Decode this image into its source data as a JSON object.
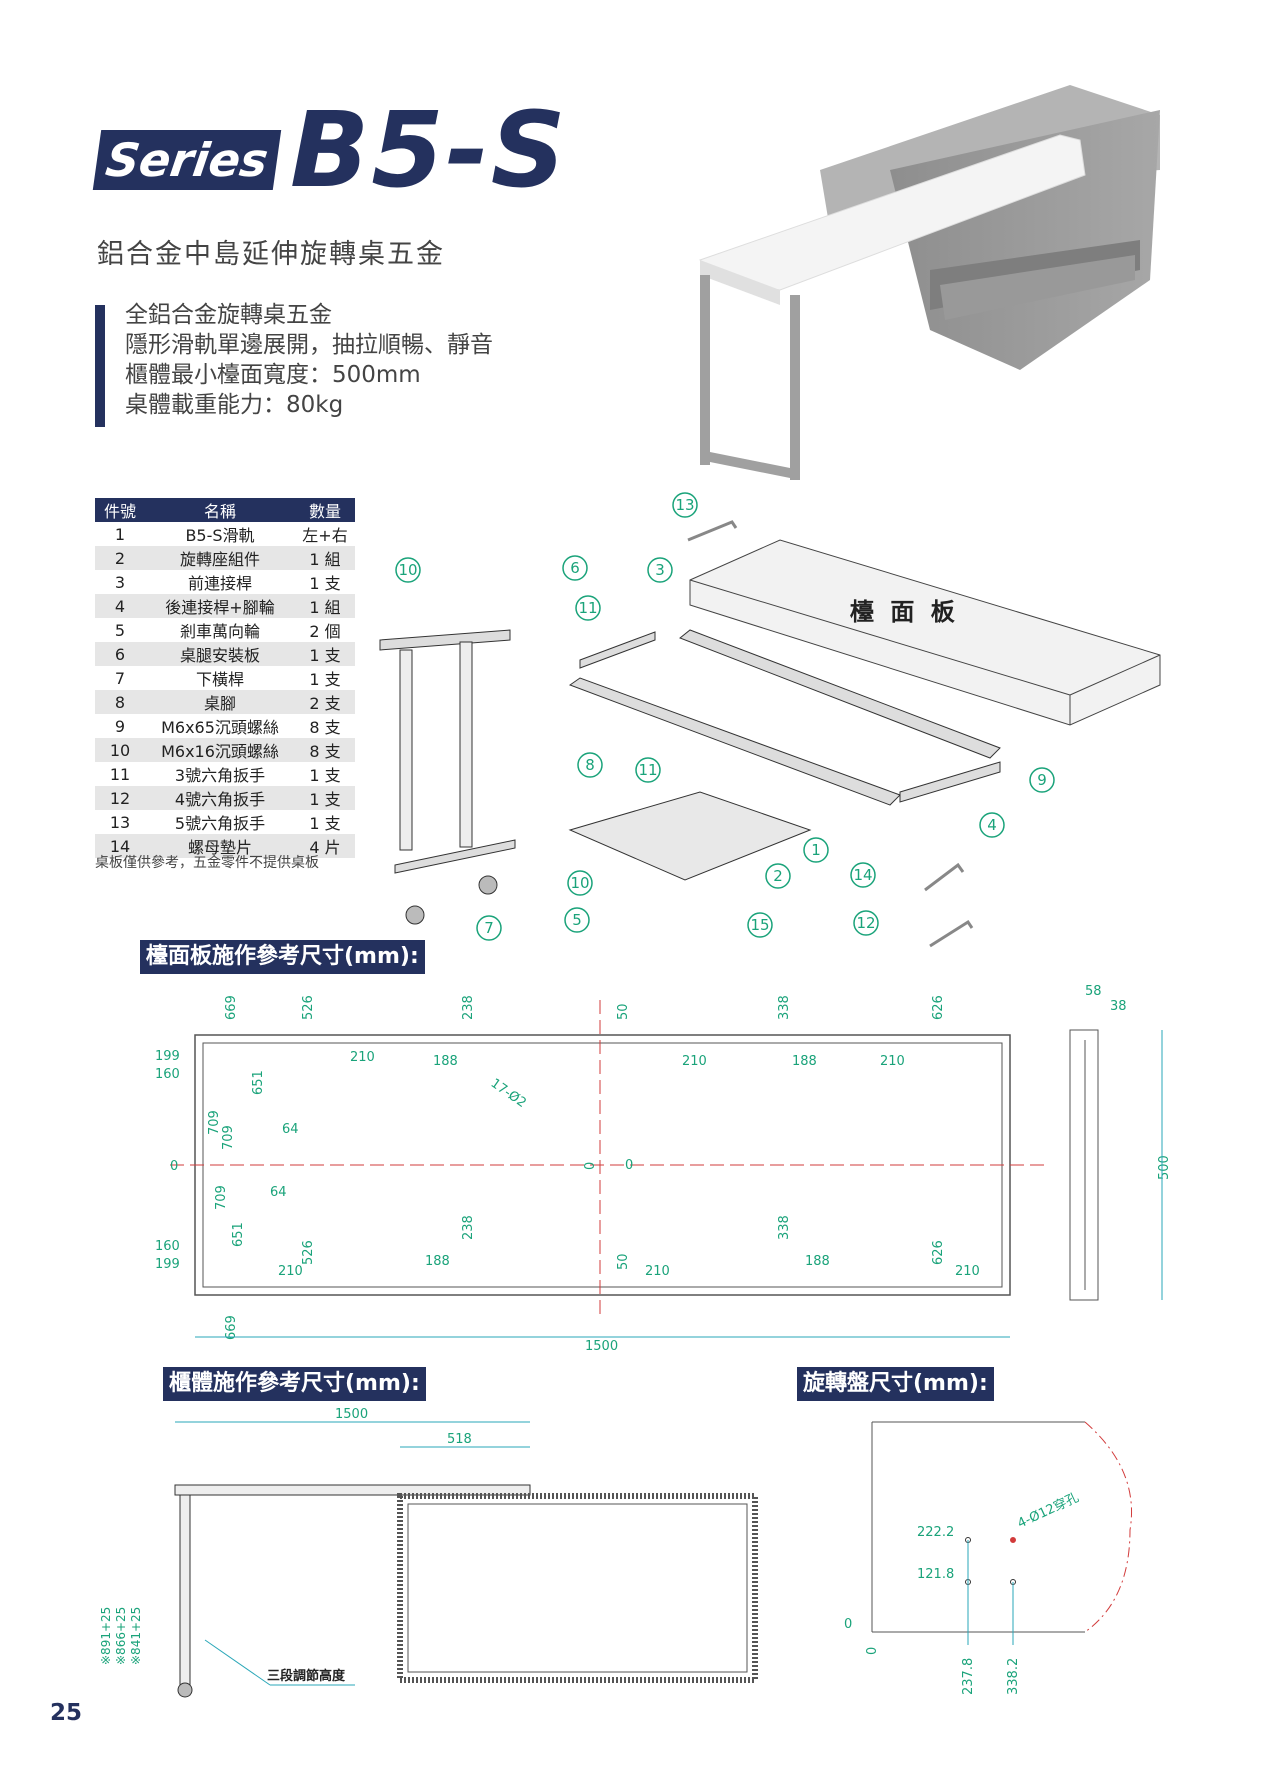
{
  "header": {
    "series_label": "Series",
    "model": "B5-S",
    "subtitle": "鋁合金中島延伸旋轉桌五金",
    "features": [
      "全鋁合金旋轉桌五金",
      "隱形滑軌單邊展開，抽拉順暢、靜音",
      "櫃體最小檯面寬度：500mm",
      "桌體載重能力：80kg"
    ]
  },
  "parts_table": {
    "headers": [
      "件號",
      "名稱",
      "數量"
    ],
    "rows": [
      [
        "1",
        "B5-S滑軌",
        "左+右"
      ],
      [
        "2",
        "旋轉座組件",
        "1 組"
      ],
      [
        "3",
        "前連接桿",
        "1 支"
      ],
      [
        "4",
        "後連接桿+腳輪",
        "1 組"
      ],
      [
        "5",
        "剎車萬向輪",
        "2 個"
      ],
      [
        "6",
        "桌腿安裝板",
        "1 支"
      ],
      [
        "7",
        "下橫桿",
        "1 支"
      ],
      [
        "8",
        "桌腳",
        "2 支"
      ],
      [
        "9",
        "M6x65沉頭螺絲",
        "8 支"
      ],
      [
        "10",
        "M6x16沉頭螺絲",
        "8 支"
      ],
      [
        "11",
        "3號六角扳手",
        "1 支"
      ],
      [
        "12",
        "4號六角扳手",
        "1 支"
      ],
      [
        "13",
        "5號六角扳手",
        "1 支"
      ],
      [
        "14",
        "螺母墊片",
        "4 片"
      ]
    ],
    "note": "桌板僅供參考，五金零件不提供桌板"
  },
  "exploded": {
    "tabletop_label": "檯 面 板",
    "callouts": [
      "13",
      "10",
      "6",
      "3",
      "11",
      "8",
      "11",
      "9",
      "4",
      "1",
      "2",
      "14",
      "10",
      "5",
      "7",
      "15",
      "12"
    ]
  },
  "section1": {
    "title": "檯面板施作參考尺寸(mm):",
    "dims_top": [
      "669",
      "526",
      "238",
      "50",
      "338",
      "626"
    ],
    "dims_mid_top": [
      "210",
      "188",
      "210",
      "188",
      "210"
    ],
    "left_labels": [
      "199",
      "160",
      "0",
      "160",
      "199"
    ],
    "vert_labels": [
      "651",
      "709",
      "709",
      "709",
      "651"
    ],
    "small": [
      "64",
      "64"
    ],
    "hole_note": "17-Ø2",
    "zero_a": "0",
    "zero_b": "0",
    "dims_bottom": [
      "526",
      "238",
      "50",
      "338",
      "626"
    ],
    "dims_mid_bottom": [
      "210",
      "188",
      "210",
      "188",
      "210"
    ],
    "bottom_669": "669",
    "total_width": "1500",
    "side_w1": "58",
    "side_w2": "38",
    "side_h": "500"
  },
  "section2": {
    "title": "櫃體施作參考尺寸(mm):",
    "width": "1500",
    "inner": "518",
    "heights": [
      "※891+25",
      "※866+25",
      "※841+25"
    ],
    "adjust_note": "三段調節高度"
  },
  "section3": {
    "title": "旋轉盤尺寸(mm):",
    "y1": "222.2",
    "y2": "121.8",
    "origin": "0",
    "x0": "0",
    "x1": "237.8",
    "x2": "338.2",
    "hole_note": "4-Ø12穿孔"
  },
  "page_number": "25",
  "colors": {
    "brand": "#24315e",
    "dim": "#1aa37a",
    "cyan": "#2aa7b8",
    "red": "#d23b3b"
  }
}
